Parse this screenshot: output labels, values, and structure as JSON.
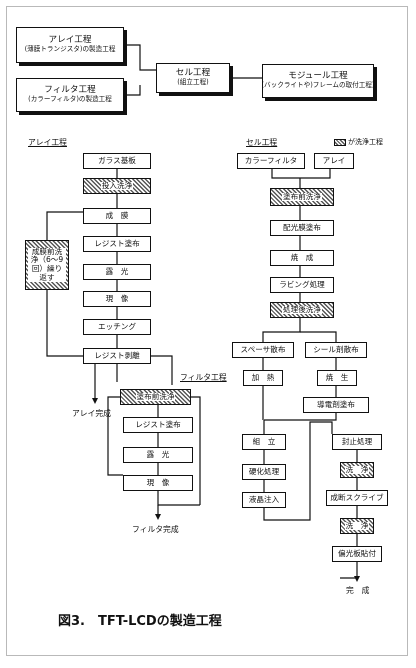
{
  "overview": {
    "array": {
      "title": "アレイ工程",
      "sub": "(薄膜トランジスタ)の製造工程"
    },
    "filter": {
      "title": "フィルタ工程",
      "sub": "(カラーフィルタ)の製造工程"
    },
    "cell": {
      "title": "セル工程",
      "sub": "(組立工程)"
    },
    "module": {
      "title": "モジュール工程",
      "sub": "(バックライトや)フレームの取付工程)"
    }
  },
  "sections": {
    "array": "アレイ工程",
    "cell": "セル工程",
    "filter": "フィルタ工程",
    "legend": "が洗浄工程"
  },
  "array_flow": {
    "glass": "ガラス基板",
    "clean": "投入洗浄",
    "film": "成　膜",
    "resist": "レジスト塗布",
    "exposure": "露　光",
    "develop": "現　像",
    "etching": "エッチング",
    "strip": "レジスト剥離",
    "loop": "成膜前洗浄（6～9回）繰り返す",
    "done": "アレイ完成"
  },
  "filter_flow": {
    "clean": "塗布前洗浄",
    "resist": "レジスト塗布",
    "exposure": "露　光",
    "develop": "現　像",
    "done": "フィルタ完成"
  },
  "cell_flow": {
    "color_filter": "カラーフィルタ",
    "array": "アレイ",
    "pre_clean": "塗布前洗浄",
    "align_coat": "配光膜塗布",
    "bake": "焼　成",
    "rubbing": "ラビング処理",
    "post_clean": "処理後洗浄",
    "spacer": "スペーサ散布",
    "seal": "シール剤散布",
    "heat": "加　熱",
    "bake2": "焼　生",
    "conduct": "導電剤塗布",
    "assemble": "組　立",
    "cure": "硬化処理",
    "lc_inject": "液晶注入",
    "seal_proc": "封止処理",
    "wash1": "洗　浄",
    "scribe": "成断スクライブ",
    "wash2": "洗　浄",
    "polarizer": "偏光板貼付",
    "done": "完　成"
  },
  "caption": "図3.　TFT-LCDの製造工程"
}
